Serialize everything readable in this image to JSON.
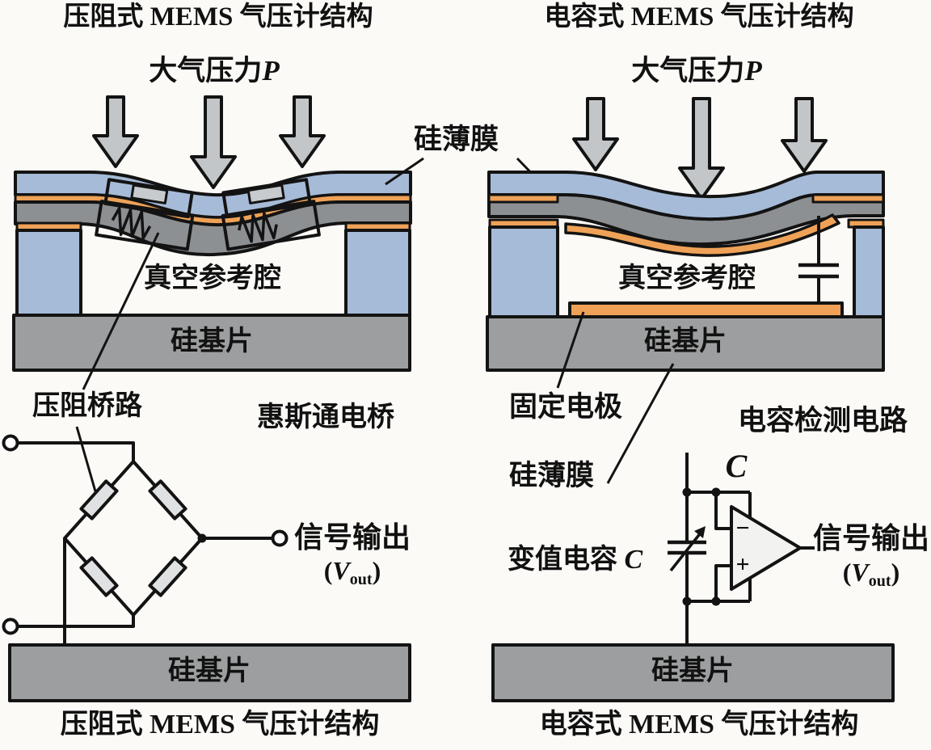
{
  "colors": {
    "bg": "#fbfaf7",
    "stroke": "#131313",
    "blue": "#a6bbd7",
    "orange": "#efa257",
    "graylayer": "#8d9093",
    "substrate": "#9c9e9f",
    "arrow": "#c3c6c8",
    "resistor": "#e0e1e2",
    "pad": "#c7cbce",
    "amp": "#f2f2f0",
    "white": "#ffffff"
  },
  "left": {
    "title": "压阻式 MEMS 气压计结构",
    "pressure_text": "大气压力",
    "pressure_symbol": "P",
    "cavity_label": "真空参考腔",
    "substrate_label": "硅基片",
    "piezo_bridge_label": "压阻桥路",
    "wheatstone_label": "惠斯通电桥",
    "signal_output_label": "信号输出",
    "vout_open": "(",
    "vout_symbol": "V",
    "vout_sub": "out",
    "vout_close": ")",
    "substrate_bar_label": "硅基片",
    "caption": "压阻式 MEMS 气压计结构"
  },
  "center": {
    "membrane_label": "硅薄膜"
  },
  "right": {
    "title": "电容式 MEMS 气压计结构",
    "pressure_text": "大气压力",
    "pressure_symbol": "P",
    "cavity_label": "真空参考腔",
    "substrate_label": "硅基片",
    "fixed_electrode_label": "固定电极",
    "detection_circuit_label": "电容检测电路",
    "membrane_label": "硅薄膜",
    "variable_cap_text": "变值电容",
    "variable_cap_symbol": "C",
    "feedback_cap_symbol": "C",
    "opamp_minus": "−",
    "opamp_plus": "+",
    "signal_output_label": "信号输出",
    "vout_open": "(",
    "vout_symbol": "V",
    "vout_sub": "out",
    "vout_close": ")",
    "substrate_bar_label": "硅基片",
    "caption": "电容式 MEMS 气压计结构"
  }
}
